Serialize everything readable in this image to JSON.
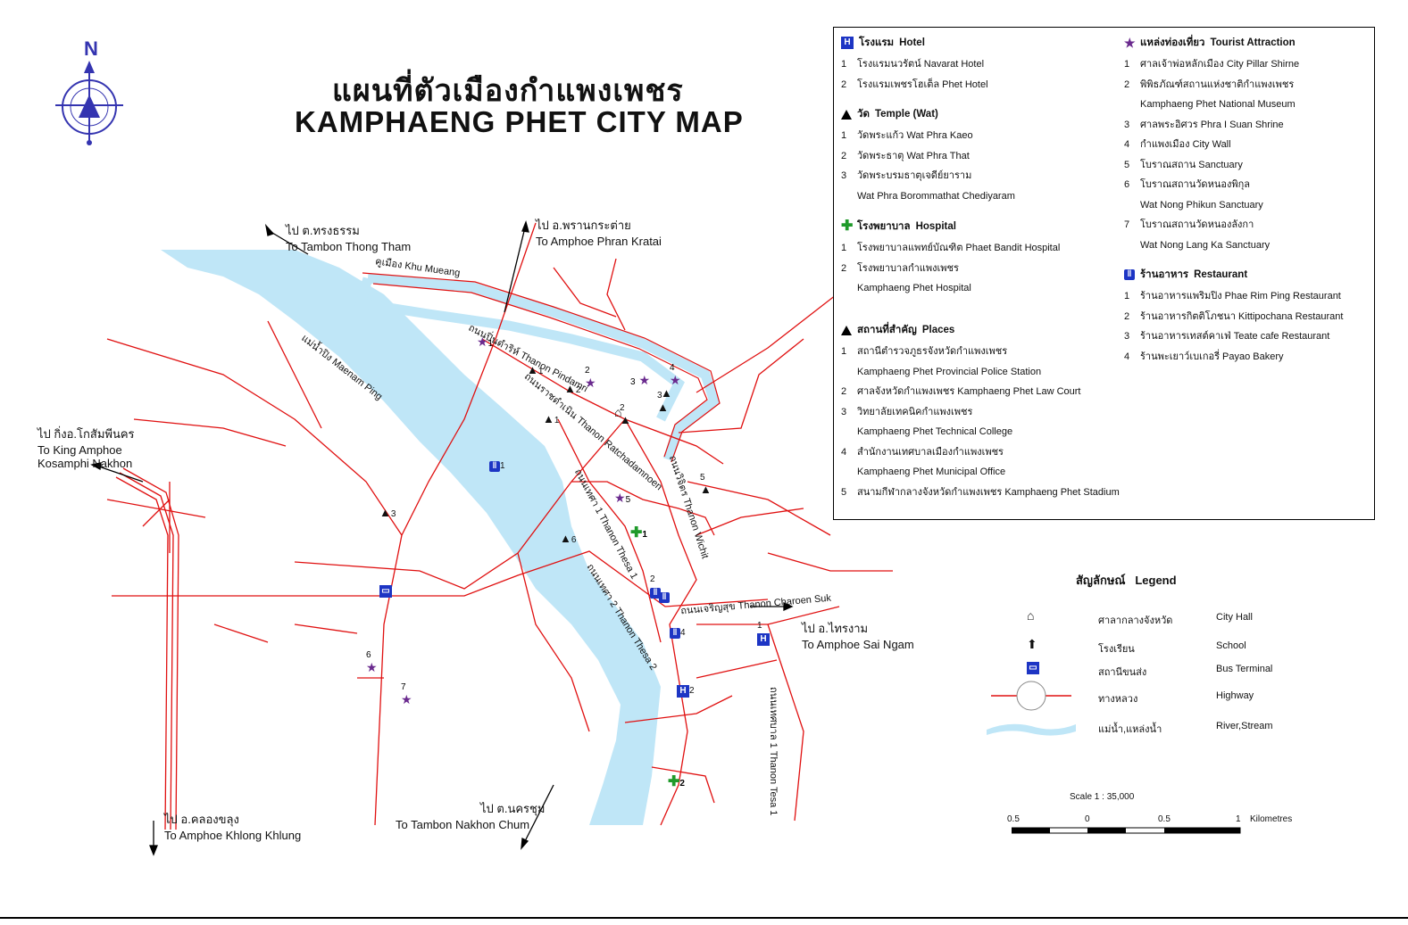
{
  "title": {
    "th": "แผนที่ตัวเมืองกำแพงเพชร",
    "en": "KAMPHAENG PHET CITY MAP"
  },
  "north_label": "N",
  "colors": {
    "road": "#e01010",
    "river": "#bfe6f7",
    "hotel": "#1d35c4",
    "hospital": "#1f9a2a",
    "attraction": "#6a2a8e"
  },
  "destinations": [
    {
      "th": "ไป ต.ทรงธรรม",
      "en": "To Tambon Thong Tham"
    },
    {
      "th": "ไป อ.พรานกระต่าย",
      "en": "To Amphoe Phran Kratai"
    },
    {
      "th": "ไป กิ่งอ.โกสัมพีนคร",
      "en": "To King Amphoe",
      "en2": "Kosamphi Nakhon"
    },
    {
      "th": "ไป อ.ไทรงาม",
      "en": "To Amphoe Sai Ngam"
    },
    {
      "th": "ไป ต.นครชุม",
      "en": "To Tambon Nakhon Chum"
    },
    {
      "th": "ไป อ.คลองขลุง",
      "en": "To Amphoe Khlong Khlung"
    }
  ],
  "map_labels": {
    "moat": "คูเมือง Khu Mueang",
    "river": "แม่น้ำปิง Maenam Ping",
    "pindamri": "ถนนปิ่นดำริห์ Thanon Pindamri",
    "ratchadamnoen": "ถนนราชดำเนิน Thanon Ratchadamnoen",
    "wichit": "ถนนวิจิตร Thanon Wichit",
    "thesa1": "ถนนเทศา 1 Thanon Thesa 1",
    "thesa2": "ถนนเทศา 2 Thanon Thesa 2",
    "charoensuk": "ถนนเจริญสุข Thanon Charoen Suk",
    "tesa_east": "ถนนเทศบาล 1 Thanon Tesa 1"
  },
  "panel": {
    "hotel": {
      "th": "โรงแรม",
      "en": "Hotel",
      "items": [
        {
          "n": "1",
          "text": "โรงแรมนวรัตน์  Navarat Hotel"
        },
        {
          "n": "2",
          "text": "โรงแรมเพชรโฮเต็ล  Phet Hotel"
        }
      ]
    },
    "temple": {
      "th": "วัด",
      "en": "Temple (Wat)",
      "items": [
        {
          "n": "1",
          "text": "วัดพระแก้ว  Wat Phra Kaeo"
        },
        {
          "n": "2",
          "text": "วัดพระธาตุ  Wat Phra That"
        },
        {
          "n": "3",
          "text": "วัดพระบรมธาตุเจดีย์ยาราม"
        },
        {
          "n": "",
          "text": "Wat Phra Borommathat Chediyaram"
        }
      ]
    },
    "hospital": {
      "th": "โรงพยาบาล",
      "en": "Hospital",
      "items": [
        {
          "n": "1",
          "text": "โรงพยาบาลแพทย์บัณฑิต  Phaet Bandit Hospital"
        },
        {
          "n": "2",
          "text": "โรงพยาบาลกำแพงเพชร"
        },
        {
          "n": "",
          "text": "Kamphaeng Phet Hospital"
        }
      ]
    },
    "places": {
      "th": "สถานที่สำคัญ",
      "en": "Places",
      "items": [
        {
          "n": "1",
          "text": "สถานีตำรวจภูธรจังหวัดกำแพงเพชร"
        },
        {
          "n": "",
          "text": "Kamphaeng Phet Provincial Police Station"
        },
        {
          "n": "2",
          "text": "ศาลจังหวัดกำแพงเพชร  Kamphaeng Phet Law Court"
        },
        {
          "n": "3",
          "text": "วิทยาลัยเทคนิคกำแพงเพชร"
        },
        {
          "n": "",
          "text": "Kamphaeng Phet Technical College"
        },
        {
          "n": "4",
          "text": "สำนักงานเทศบาลเมืองกำแพงเพชร"
        },
        {
          "n": "",
          "text": "Kamphaeng Phet Municipal Office"
        },
        {
          "n": "5",
          "text": "สนามกีฬากลางจังหวัดกำแพงเพชร Kamphaeng Phet Stadium"
        }
      ]
    },
    "attraction": {
      "th": "แหล่งท่องเที่ยว",
      "en": "Tourist Attraction",
      "items": [
        {
          "n": "1",
          "text": "ศาลเจ้าพ่อหลักเมือง  City Pillar Shirne"
        },
        {
          "n": "2",
          "text": "พิพิธภัณฑ์สถานแห่งชาติกำแพงเพชร"
        },
        {
          "n": "",
          "text": "Kamphaeng Phet National Museum"
        },
        {
          "n": "3",
          "text": "ศาลพระอิศวร  Phra I Suan Shrine"
        },
        {
          "n": "4",
          "text": "กำแพงเมือง  City Wall"
        },
        {
          "n": "5",
          "text": "โบราณสถาน  Sanctuary"
        },
        {
          "n": "6",
          "text": "โบราณสถานวัดหนองพิกุล"
        },
        {
          "n": "",
          "text": "Wat Nong Phikun Sanctuary"
        },
        {
          "n": "7",
          "text": "โบราณสถานวัดหนองลังกา"
        },
        {
          "n": "",
          "text": "Wat Nong Lang Ka Sanctuary"
        }
      ]
    },
    "restaurant": {
      "th": "ร้านอาหาร",
      "en": "Restaurant",
      "items": [
        {
          "n": "1",
          "text": "ร้านอาหารแพริมปิง  Phae Rim Ping Restaurant"
        },
        {
          "n": "2",
          "text": "ร้านอาหารกิตติโภชนา  Kittipochana Restaurant"
        },
        {
          "n": "3",
          "text": "ร้านอาหารเทสต์คาเฟ่  Teate cafe Restaurant"
        },
        {
          "n": "4",
          "text": "ร้านพะเยาว์เบเกอรี่  Payao Bakery"
        }
      ]
    }
  },
  "legend": {
    "title_th": "สัญลักษณ์",
    "title_en": "Legend",
    "items": [
      {
        "icon": "city-hall-icon",
        "th": "ศาลากลางจังหวัด",
        "en": "City Hall"
      },
      {
        "icon": "school-icon",
        "th": "โรงเรียน",
        "en": "School"
      },
      {
        "icon": "bus-terminal-icon",
        "th": "สถานีขนส่ง",
        "en": "Bus Terminal"
      },
      {
        "icon": "highway-icon",
        "th": "ทางหลวง",
        "en": "Highway"
      },
      {
        "icon": "river-icon",
        "th": "แม่น้ำ,แหล่งน้ำ",
        "en": "River,Stream"
      }
    ]
  },
  "scale": {
    "label": "Scale 1 : 35,000",
    "ticks": [
      "0.5",
      "0",
      "0.5",
      "1"
    ],
    "unit": "Kilometres"
  },
  "marker_numbers": {
    "temple": [
      "1",
      "2",
      "3"
    ],
    "places": [
      "1",
      "2",
      "3",
      "4",
      "5",
      "6"
    ],
    "attraction": [
      "1",
      "2",
      "3",
      "4",
      "5",
      "6",
      "7"
    ],
    "hotel": [
      "1",
      "2"
    ],
    "hospital": [
      "1",
      "2"
    ],
    "restaurant": [
      "1",
      "2",
      "3",
      "4"
    ]
  }
}
